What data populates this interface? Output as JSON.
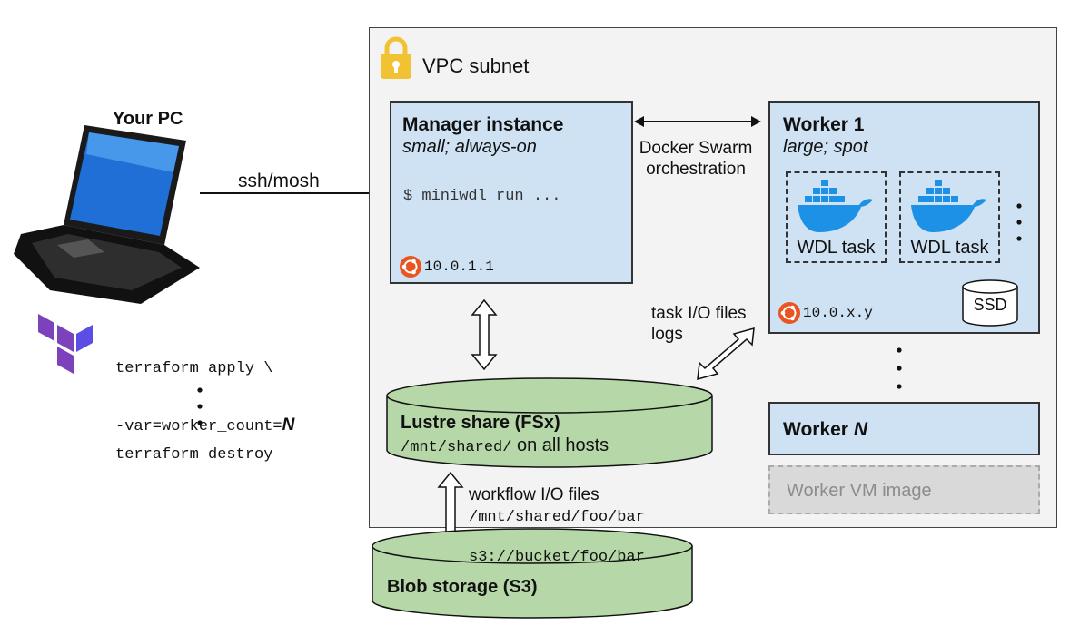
{
  "pc": {
    "label": "Your PC"
  },
  "ssh": {
    "label": "ssh/mosh"
  },
  "terraform": {
    "apply_line1": "terraform apply \\",
    "apply_line2_prefix": "-var=worker_count=",
    "apply_line2_var": "N",
    "destroy": "terraform destroy"
  },
  "vpc": {
    "label": "VPC subnet"
  },
  "manager": {
    "title": "Manager instance",
    "subtitle": "small; always-on",
    "command": "$ miniwdl run ...",
    "ip": "10.0.1.1"
  },
  "swarm": {
    "line1": "Docker Swarm",
    "line2": "orchestration"
  },
  "worker1": {
    "title": "Worker 1",
    "subtitle": "large; spot",
    "tasks": [
      "WDL task",
      "WDL task"
    ],
    "ip": "10.0.x.y",
    "ssd": "SSD"
  },
  "workerN": {
    "title_prefix": "Worker ",
    "title_var": "N"
  },
  "vm_image": {
    "label": "Worker VM image"
  },
  "task_io": {
    "line1": "task I/O files",
    "line2": "logs"
  },
  "lustre": {
    "title": "Lustre share (FSx)",
    "path": "/mnt/shared/",
    "suffix": " on all hosts"
  },
  "workflow_io": {
    "label": "workflow I/O files",
    "path": "/mnt/shared/foo/bar"
  },
  "blob": {
    "title": "Blob storage (S3)",
    "path": "s3://bucket/foo/bar"
  },
  "colors": {
    "manager_fill": "#cfe2f3",
    "storage_fill": "#b6d7a8",
    "vpc_fill": "#f3f3f3",
    "image_fill": "#d9d9d9",
    "docker_blue": "#1d91e6",
    "ubuntu_orange": "#e95420",
    "lock_gold": "#f1c232",
    "terraform_purple": "#7b42bc"
  }
}
